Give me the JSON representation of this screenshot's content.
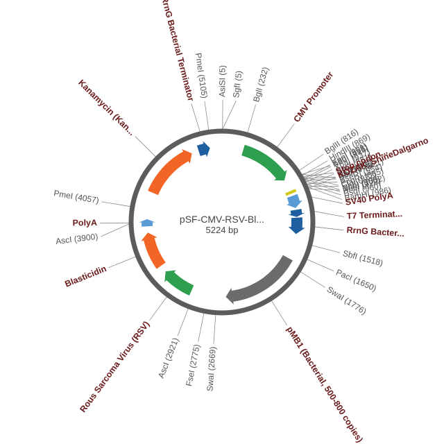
{
  "plasmid": {
    "name": "pSF-CMV-RSV-Bl...",
    "size_label": "5224 bp",
    "length_bp": 5224
  },
  "colors": {
    "backbone": "#5c5c5c",
    "leader": "#8a8a8a",
    "site_text": "#555555",
    "feature_text": "#6b1a1a",
    "promoter": "#2e9e4f",
    "resistance": "#f26524",
    "terminator": "#1f5fa0",
    "polyA": "#5b9bd5",
    "stop": "#d4c91a",
    "origin": "#6b6b6b"
  },
  "features": [
    {
      "name": "CMV Promoter",
      "type": "promoter",
      "start": 238,
      "end": 818
    },
    {
      "name": "KOZAK_ShineDalgarno",
      "type": "misc",
      "start": 897,
      "end": 906
    },
    {
      "name": "Stop codon...",
      "type": "stop",
      "start": 962,
      "end": 975
    },
    {
      "name": "SV40 PolyA",
      "type": "polyA",
      "start": 1010,
      "end": 1150
    },
    {
      "name": "T7 Terminat...",
      "type": "terminator",
      "start": 1170,
      "end": 1250
    },
    {
      "name": "RrnG Bacter...",
      "type": "terminator",
      "start": 1258,
      "end": 1440
    },
    {
      "name": "pMB1 (Bacterial, 500-800 copies)",
      "type": "origin",
      "start": 1720,
      "end": 2570
    },
    {
      "name": "Rous Sarcoma Virus (RSV)",
      "type": "promoter",
      "start": 2960,
      "end": 3320
    },
    {
      "name": "Blasticidin",
      "type": "resistance",
      "start": 3400,
      "end": 3800
    },
    {
      "name": "PolyA",
      "type": "polyA",
      "start": 3870,
      "end": 3950
    },
    {
      "name": "Kanamycin (Kan...",
      "type": "resistance",
      "start": 4250,
      "end": 4880
    },
    {
      "name": "RrnG Bacterial Terminator",
      "type": "terminator",
      "start": 4960,
      "end": 5090
    }
  ],
  "sites": [
    {
      "label": "PmeI (5105)",
      "pos": 5105
    },
    {
      "label": "AsiSI (5)",
      "pos": 5
    },
    {
      "label": "SgfI (5)",
      "pos": 5
    },
    {
      "label": "BglI (232)",
      "pos": 232
    },
    {
      "label": "BglII (816)",
      "pos": 816
    },
    {
      "label": "EagI (858)",
      "pos": 858
    },
    {
      "label": "NotI (858)",
      "pos": 858
    },
    {
      "label": "HindIII (869)",
      "pos": 869
    },
    {
      "label": "SacI (881)",
      "pos": 881
    },
    {
      "label": "EcoRI (885)",
      "pos": 885
    },
    {
      "label": "KpnI (901)",
      "pos": 901
    },
    {
      "label": "NcoI (905)",
      "pos": 905
    },
    {
      "label": "KpnI (915)",
      "pos": 915
    },
    {
      "label": "EcoRV (921)",
      "pos": 921
    },
    {
      "label": "XhoI (928)",
      "pos": 928
    },
    {
      "label": "XbaI (937)",
      "pos": 937
    },
    {
      "label": "BseRI (954)",
      "pos": 954
    },
    {
      "label": "BsgI (960)",
      "pos": 960
    },
    {
      "label": "ClaI (977)",
      "pos": 977
    },
    {
      "label": "BamHI (986)",
      "pos": 986
    },
    {
      "label": "StuI (996)",
      "pos": 996
    },
    {
      "label": "NheI (1002)",
      "pos": 1002
    },
    {
      "label": "SbfI (1518)",
      "pos": 1518
    },
    {
      "label": "PacI (1650)",
      "pos": 1650
    },
    {
      "label": "SwaI (1776)",
      "pos": 1776
    },
    {
      "label": "SwaI (2669)",
      "pos": 2669
    },
    {
      "label": "FseI (2775)",
      "pos": 2775
    },
    {
      "label": "AscI (2921)",
      "pos": 2921
    },
    {
      "label": "AscI (3900)",
      "pos": 3900
    },
    {
      "label": "PmeI (4057)",
      "pos": 4057
    }
  ]
}
